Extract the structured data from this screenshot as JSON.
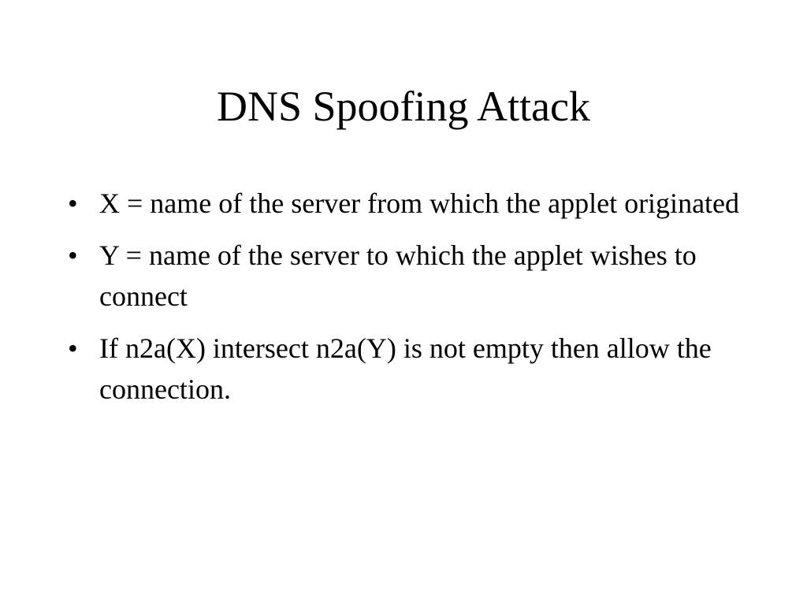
{
  "slide": {
    "title": "DNS Spoofing Attack",
    "bullet_marker": "•",
    "bullets": [
      "X = name of the server from which the applet originated",
      "Y = name of the server to which the applet wishes to connect",
      "If n2a(X) intersect n2a(Y) is not empty then allow the connection."
    ]
  }
}
